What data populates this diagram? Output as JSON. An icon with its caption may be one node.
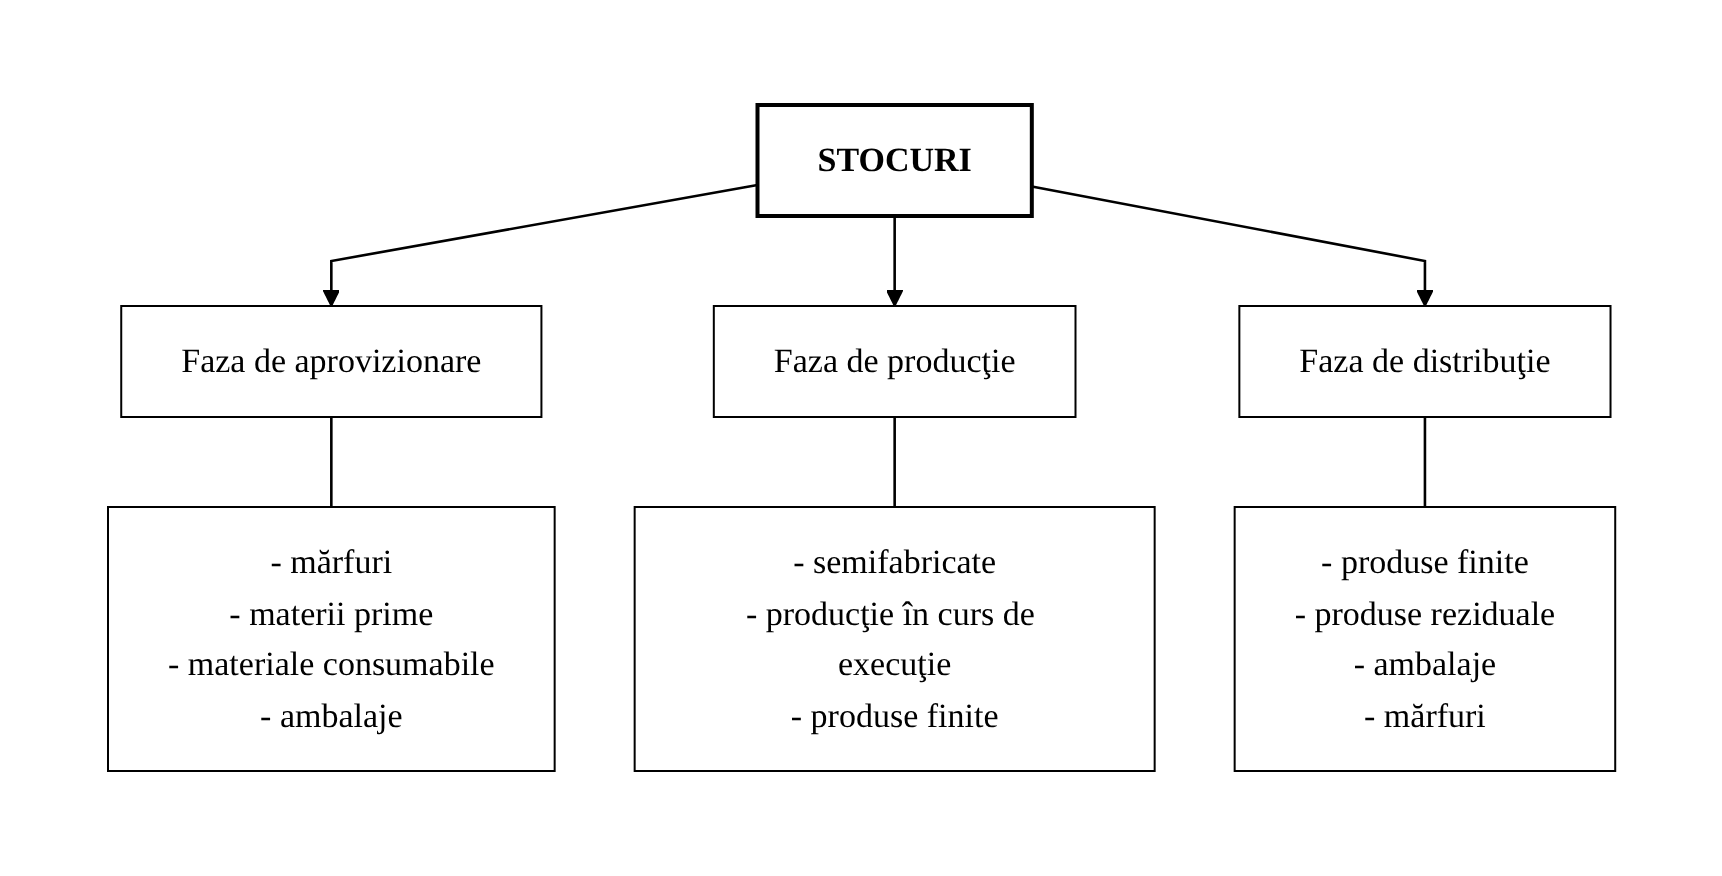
{
  "diagram": {
    "nodes": [
      {
        "text": [
          "STOCURI"
        ]
      },
      {
        "text": [
          "Faza de aprovizionare"
        ]
      },
      {
        "text": [
          "Faza de producţie"
        ]
      },
      {
        "text": [
          "Faza de distribuţie"
        ]
      },
      {
        "text": [
          "- mărfuri",
          "- materii prime",
          "- materiale consumabile",
          "- ambalaje"
        ]
      },
      {
        "text": [
          "- semifabricate",
          "- producţie în curs de execuţie",
          "- produse finite"
        ]
      },
      {
        "text": [
          "- produse finite",
          "- produse reziduale",
          "- ambalaje",
          "- mărfuri"
        ]
      }
    ],
    "edges": [
      {
        "from": 0,
        "to": 1,
        "arrow": "to"
      },
      {
        "from": 0,
        "to": 2,
        "arrow": "to"
      },
      {
        "from": 0,
        "to": 3,
        "arrow": "to"
      },
      {
        "from": 1,
        "to": 4,
        "arrow": "none"
      },
      {
        "from": 2,
        "to": 5,
        "arrow": "none"
      },
      {
        "from": 3,
        "to": 6,
        "arrow": "none"
      }
    ]
  }
}
